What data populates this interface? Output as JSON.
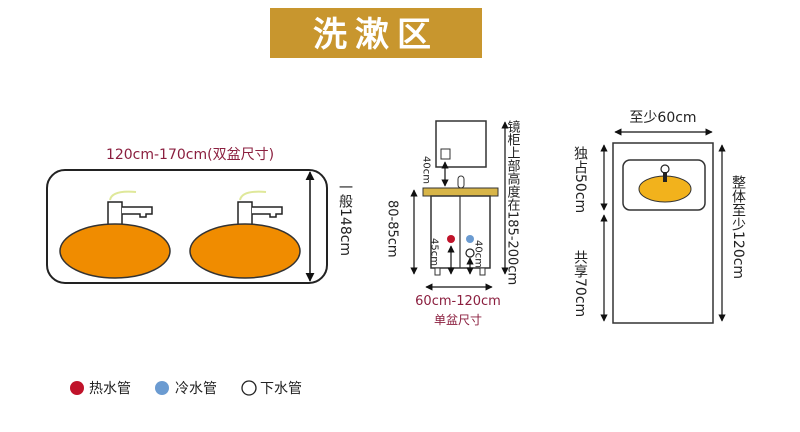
{
  "title": "洗漱区",
  "colors": {
    "title_bg": "#c8962e",
    "basin_orange": "#f08c00",
    "basin_yellow": "#f2b21c",
    "counter": "#d8b548",
    "hot": "#c0132a",
    "cold": "#6b9bd1",
    "label_red": "#8b1f3f"
  },
  "double_basin": {
    "width_label": "120cm-170cm(双盆尺寸)",
    "depth_label": "一般148cm"
  },
  "single_basin": {
    "mirror_label": "镜柜上部高度在185-200cm",
    "faucet_gap": "40cm",
    "height_label": "80-85cm",
    "hot_pipe": "45cm",
    "drain_pipe": "40cm",
    "width_label": "60cm-120cm",
    "caption": "单盆尺寸"
  },
  "space": {
    "width_label": "至少60cm",
    "exclusive_label": "独占50cm",
    "shared_label": "共享70cm",
    "total_label": "整体至少120cm"
  },
  "legend": [
    {
      "label": "热水管",
      "icon": "hot-water-dot"
    },
    {
      "label": "冷水管",
      "icon": "cold-water-dot"
    },
    {
      "label": "下水管",
      "icon": "drain-circle"
    }
  ]
}
